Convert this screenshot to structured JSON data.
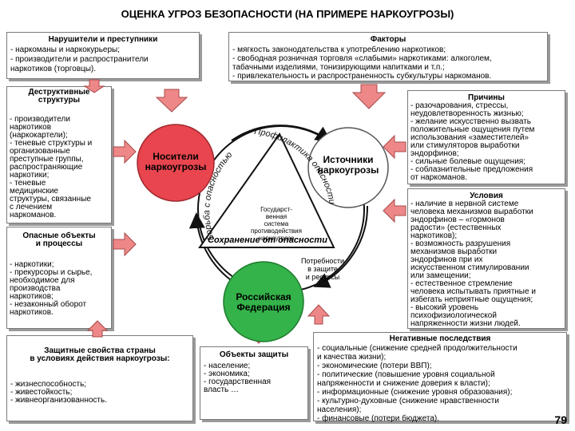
{
  "title": "ОЦЕНКА УГРОЗ БЕЗОПАСНОСТИ  (НА ПРИМЕРЕ НАРКОУГРОЗЫ)",
  "page_number": "79",
  "offenders": {
    "title": "Нарушители и преступники",
    "items": "- наркоманы и наркокурьеры;\n- производители и распространители\nнаркотиков (торговцы)."
  },
  "factors": {
    "title": "Факторы",
    "items": "- мягкость законодательства к употреблению наркотиков;\n- свободная розничная торговля «слабыми» наркотиками: алкоголем,\nтабачными изделиями, тонизирующими напитками и т.п.;\n- привлекательность и распространенность субкультуры наркоманов."
  },
  "destructive": {
    "title": "Деструктивные\nструктуры",
    "items": "- производители\nнаркотиков\n(наркокартели);\n- теневые структуры и\nорганизованные\nпреступные группы,\nраспространяющие\nнаркотики;\n- теневые\nмедицинские\nструктуры, связанные\nс лечением\nнаркоманов."
  },
  "dangerous_objects": {
    "title": "Опасные объекты\nи процессы",
    "items": "- наркотики;\n- прекурсоры и сырье,\nнеобходимое для\nпроизводства\nнаркотиков;\n- незаконный оборот\nнаркотиков."
  },
  "reasons": {
    "title": "Причины",
    "items": "- разочарования, стрессы,\nнеудовлетворенность жизнью;\n- желание искусственно вызвать\nположительные ощущения путем\nиспользования «заместителей»\nили стимуляторов выработки\nэндорфинов;\n- сильные болевые ощущения;\n- соблазнительные предложения\nот наркоманов."
  },
  "conditions": {
    "title": "Условия",
    "items": "- наличие в нервной системе\nчеловека механизмов выработки\nэндорфинов – «гормонов\nрадости» (естественных\nнаркотиков);\n- возможность разрушения\nмеханизмов выработки\nэндорфинов при их\nискусственном стимулировании\nили замещении;\n- естественное стремление\nчеловека испытывать приятные и\nизбегать неприятные ощущения;\n- высокий уровень\nпсихофизиологической\nнапряженности жизни людей."
  },
  "protective": {
    "title": "Защитные свойства страны\nв условиях действия наркоугрозы:",
    "items": "- жизнеспособность;\n- живестойкость;\n- живнеорганизованность."
  },
  "objects": {
    "title": "Объекты защиты",
    "items": "- население;\n- экономика;\n- государственная\nвласть …"
  },
  "consequences": {
    "title": "Негативные последствия",
    "items": "- социальные (снижение средней продолжительности\nи качества жизни);\n- экономические (потери ВВП);\n- политические (повышение уровня социальной\nнапряженности и снижение доверия к власти);\n- информационные (снижение уровня образования);\n- культурно-духовные (снижение нравственности\nнаселения);\n- финансовые (потери бюджета)."
  },
  "center": {
    "carriers": "Носители\nнаркоугрозы",
    "sources": "Источники\nнаркоугрозы",
    "russia": "Российская\nФедерация",
    "state_system": "Государст-\nвенная\nсистема\nпротиводействия\nнаркоугрозе",
    "fight_label": "Борьба с опасностью",
    "prevention_label": "Профилактика опасности",
    "preserve_label": "Сохранение от опасности",
    "needs": "Потребности\nв защите\nи ресурсы"
  },
  "colors": {
    "carriers_fill": "#e8454f",
    "sources_fill": "#ffffff",
    "russia_fill": "#34b34a",
    "arrow_fill": "#ee8888",
    "triangle_fill": "#ffffff"
  }
}
